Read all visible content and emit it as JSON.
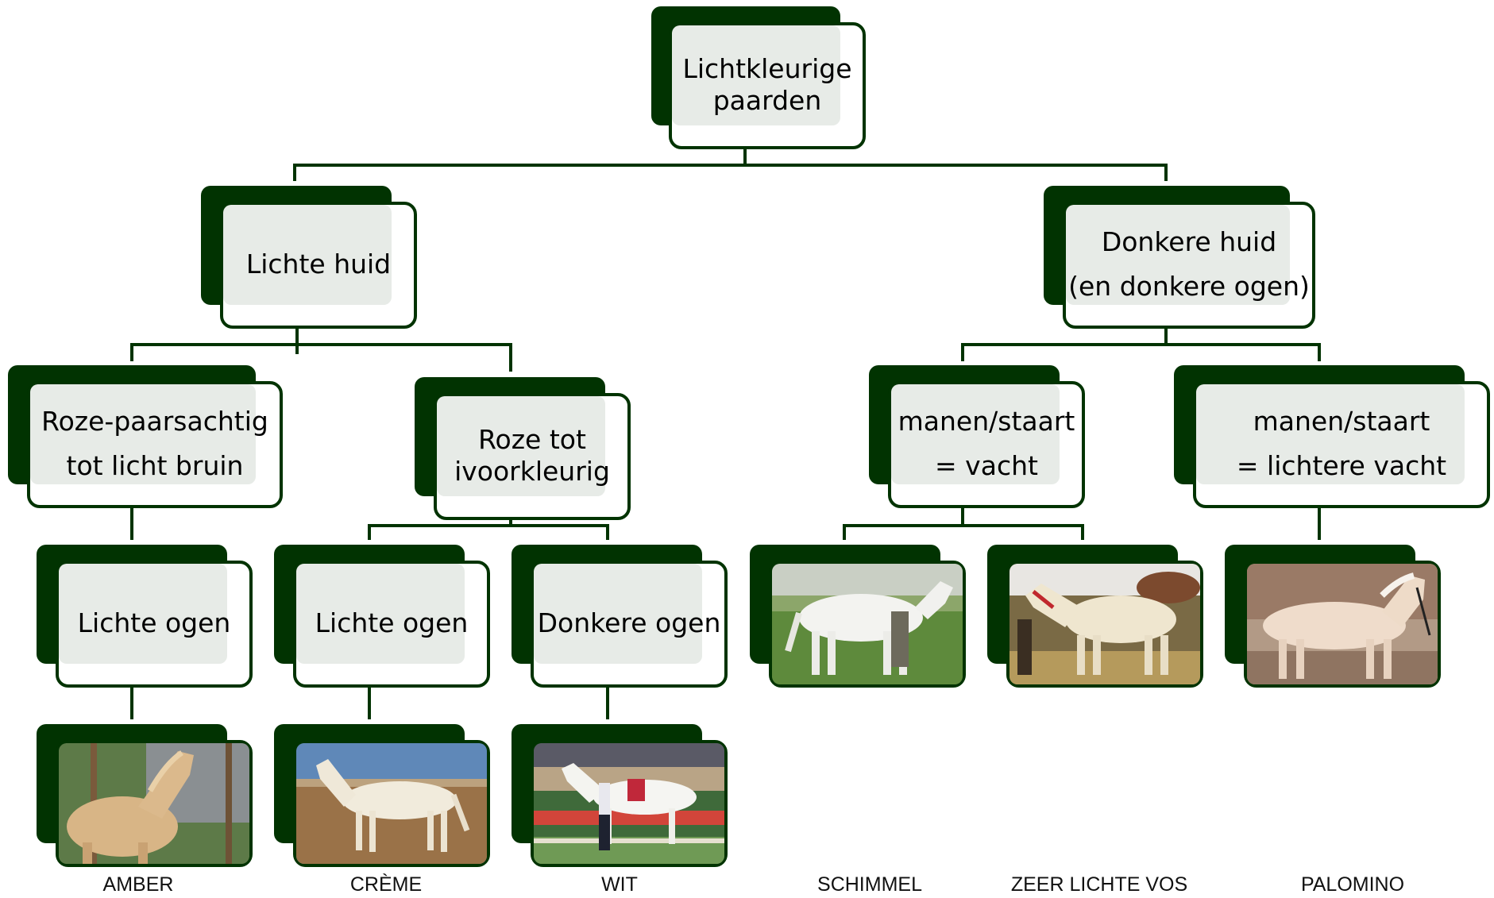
{
  "diagram": {
    "root": "Lichtkleurige\npaarden",
    "level1": [
      "Lichte huid",
      "Donkere huid\n(en donkere ogen)"
    ],
    "level2": [
      "Roze-paarsachtig\ntot licht bruin",
      "Roze tot\nivoorkleurig",
      "manen/staart\n= vacht",
      "manen/staart\n= lichtere vacht"
    ],
    "level3": [
      "Lichte ogen",
      "Lichte ogen",
      "Donkere ogen"
    ],
    "photos": [
      {
        "name": "amber-photo",
        "caption": "AMBER"
      },
      {
        "name": "creme-photo",
        "caption": "CRÈME"
      },
      {
        "name": "wit-photo",
        "caption": "WIT"
      },
      {
        "name": "schimmel-photo",
        "caption": "SCHIMMEL"
      },
      {
        "name": "zeer-lichte-vos-photo",
        "caption": "ZEER LICHTE VOS"
      },
      {
        "name": "palomino-photo",
        "caption": "PALOMINO"
      }
    ]
  },
  "colors": {
    "accent": "#013301",
    "box_fill": "#e7ebe7"
  }
}
